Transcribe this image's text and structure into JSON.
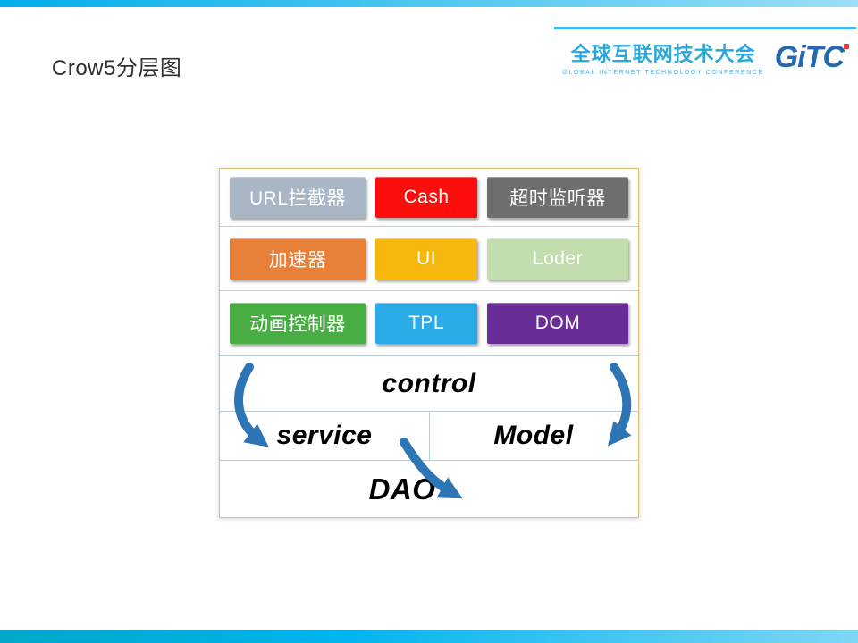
{
  "slide": {
    "title": "Crow5分层图"
  },
  "header": {
    "conference_cn": "全球互联网技术大会",
    "conference_en": "GLOBAL INTERNET TECHNOLOGY CONFERENCE",
    "logo_text": "GiTC"
  },
  "colors": {
    "accent_cyan": "#29abe2",
    "arrow_blue": "#2e75b6",
    "container_border": "#e2bd7a",
    "row_divider": "#b9cdd9"
  },
  "diagram": {
    "row1": {
      "c1": {
        "label": "URL拦截器",
        "bg": "#a8b6c6"
      },
      "c2": {
        "label": "Cash",
        "bg": "#fe0d0d"
      },
      "c3": {
        "label": "超时监听器",
        "bg": "#6e6e6e"
      }
    },
    "row2": {
      "c1": {
        "label": "加速器",
        "bg": "#e8803a"
      },
      "c2": {
        "label": "UI",
        "bg": "#f6b80c"
      },
      "c3": {
        "label": "Loder",
        "bg": "#c2ddae"
      }
    },
    "row3": {
      "c1": {
        "label": "动画控制器",
        "bg": "#48ae44"
      },
      "c2": {
        "label": "TPL",
        "bg": "#29abe8"
      },
      "c3": {
        "label": "DOM",
        "bg": "#6a2d98"
      }
    },
    "layers": {
      "control": "control",
      "service": "service",
      "model": "Model",
      "dao": "DAO"
    }
  }
}
